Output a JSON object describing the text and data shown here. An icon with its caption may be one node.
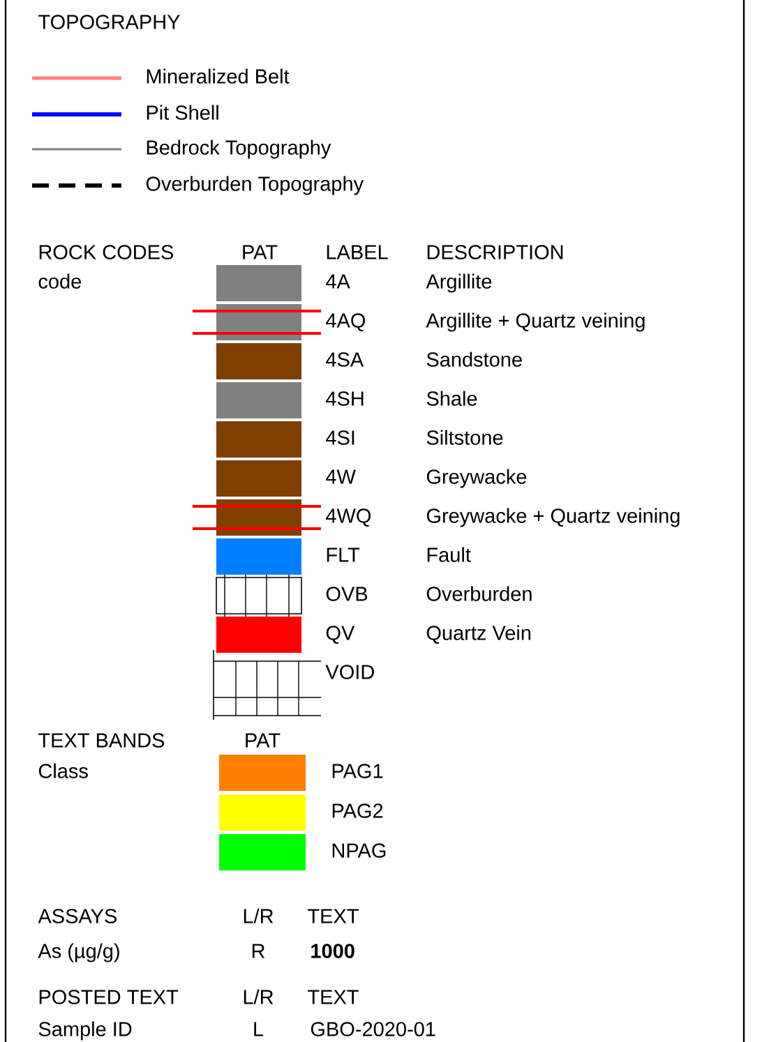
{
  "diagram": {
    "labels": [
      "TOPOGRAPHY",
      "ROCK CODES",
      "PAT",
      "LABEL",
      "DESCRIPTION",
      "code",
      "Argillite",
      "Argillite + Quartz veining",
      "Sandstone",
      "Shale",
      "Siltstone",
      "Greywacke",
      "Greywacke + Quartz veining",
      "Fault",
      "Overburden",
      "Quartz Vein",
      "TEXT BANDS",
      "PAT",
      "Class",
      "ASSAYS",
      "L/R",
      "TEXT",
      "As (µg/g)",
      "R",
      "1000",
      "POSTED TEXT",
      "L/R",
      "TEXT",
      "Sample ID",
      "L",
      "GBO-2020-01"
    ],
    "legend": [
      {
        "text": "Mineralized Belt"
      },
      {
        "text": "Pit Shell"
      },
      {
        "text": "Bedrock Topography"
      },
      {
        "text": "Overburden Topography"
      },
      {
        "text": "4A",
        "color": "#808080"
      },
      {
        "text": "4AQ",
        "color": "#808080"
      },
      {
        "text": "4SA",
        "color": "#7f3f00"
      },
      {
        "text": "4SH",
        "color": "#808080"
      },
      {
        "text": "4SI",
        "color": "#7f3f00"
      },
      {
        "text": "4W",
        "color": "#7f3f00"
      },
      {
        "text": "4WQ",
        "color": "#7f3f00"
      },
      {
        "text": "FLT",
        "color": "#0080ff"
      },
      {
        "text": "OVB"
      },
      {
        "text": "QV",
        "color": "#ff0000"
      },
      {
        "text": "VOID"
      },
      {
        "text": "PAG1",
        "color": "#ff8000"
      },
      {
        "text": "PAG2",
        "color": "#ffff00"
      },
      {
        "text": "NPAG",
        "color": "#00ff00"
      }
    ]
  }
}
